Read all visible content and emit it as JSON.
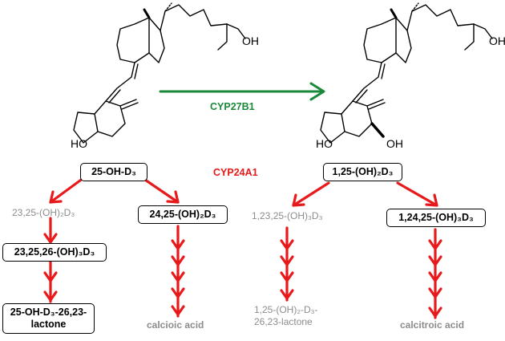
{
  "enzymes": {
    "cyp27b1": "CYP27B1",
    "cyp24a1": "CYP24A1"
  },
  "colors": {
    "cyp27b1": "#1a8a3a",
    "cyp24a1": "#e8191b",
    "arrow_red": "#e8191b",
    "arrow_green": "#1a8a3a",
    "inactive_text": "#8c8c8c"
  },
  "left_pathway": {
    "start": "25-OH-D₃",
    "intermediate": "23,25-(OH)₂D₃",
    "triol": "23,25,26-(OH)₃D₃",
    "lactone_line1": "25-OH-D₃-26,23-",
    "lactone_line2": "lactone",
    "side": "24,25-(OH)₂D₃",
    "end": "calcioic acid"
  },
  "right_pathway": {
    "start": "1,25-(OH)₂D₃",
    "intermediate": "1,23,25-(OH)₃D₃",
    "lactone_line1": "1,25-(OH)₂-D₃-",
    "lactone_line2": "26,23-lactone",
    "side": "1,24,25-(OH)₃D₃",
    "end": "calcitroic acid"
  },
  "atoms": {
    "oh_side": "OH",
    "ho_ring": "HO",
    "oh_1alpha": "OH"
  }
}
